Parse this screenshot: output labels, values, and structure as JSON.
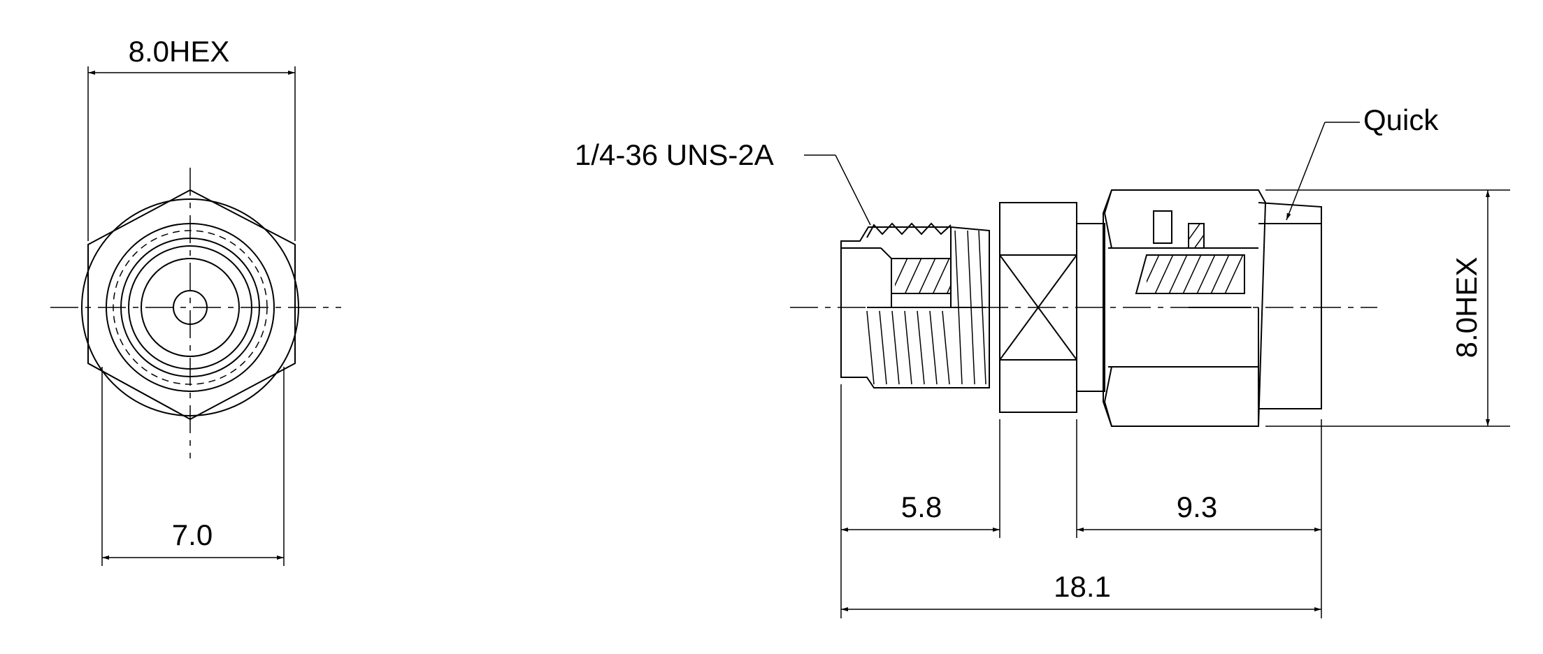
{
  "labels": {
    "front_hex": "8.0HEX",
    "front_width": "7.0",
    "thread": "1/4-36 UNS-2A",
    "quick": "Quick",
    "side_hex": "8.0HEX",
    "dim_thread": "5.8",
    "dim_body": "9.3",
    "dim_total": "18.1"
  }
}
